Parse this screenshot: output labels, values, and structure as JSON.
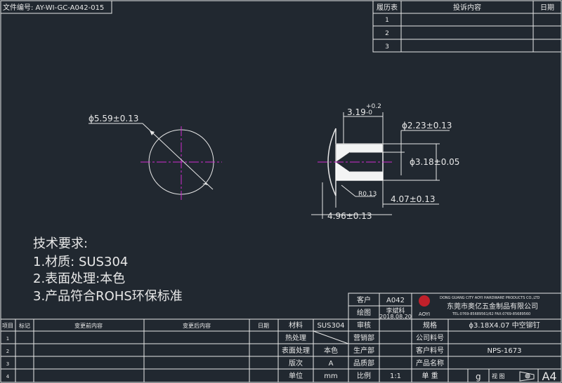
{
  "file_number": "文件编号: AY-WI-GC-A042-015",
  "revision_table": {
    "headers": [
      "履历表",
      "投诉内容",
      "日期"
    ],
    "rows": [
      "1",
      "2",
      "3"
    ]
  },
  "circle_view": {
    "diameter_label": "ϕ5.59±0.13"
  },
  "side_view": {
    "top_dim": "3.19",
    "top_tol_upper": "+0.2",
    "top_tol_lower": "-0",
    "inner_dia": "ϕ2.23±0.13",
    "outer_dia": "ϕ3.18±0.05",
    "shank_len": "4.07±0.13",
    "total_len": "4.96±0.13",
    "radius": "R0.13"
  },
  "tech_requirements": {
    "title": "技术要求:",
    "items": [
      "1.材质: SUS304",
      "2.表面处理:本色",
      "3.产品符合ROHS环保标准"
    ]
  },
  "title_block": {
    "customer_label": "客户",
    "customer_value": "A042",
    "drawing_label": "绘图",
    "drawing_name": "李斌科",
    "drawing_date": "2018.08.20",
    "company_en": "DONG GUANG CITY AOYI HARDWARE PRODUCTS CO.,LTD",
    "company_cn": "东莞市奥亿五金制品有限公司",
    "company_contact": "TEL:0769-85689561/62      FAX:0769-85689560",
    "logo_text": "AOYI",
    "col_headers": [
      "项目",
      "标记",
      "变更前内容",
      "变更后内容",
      "日期"
    ],
    "change_rows": [
      "1",
      "2",
      "3",
      "4"
    ],
    "material_label": "材料",
    "material_value": "SUS304",
    "heat_label": "热处理",
    "surface_label": "表面处理",
    "surface_value": "本色",
    "version_label": "版次",
    "version_value": "A",
    "unit_label": "单位",
    "unit_value": "mm",
    "review_label": "审核",
    "sales_label": "营销部",
    "prod_label": "生产部",
    "quality_label": "品质部",
    "scale_label": "比例",
    "scale_value": "1:1",
    "spec_label": "规格",
    "spec_value": "ϕ3.18X4.07 中空铆钉",
    "company_part_label": "公司料号",
    "customer_part_label": "客户料号",
    "customer_part_value": "NPS-1673",
    "product_name_label": "产品名称",
    "weight_label": "单 重",
    "weight_unit": "g",
    "view_label": "视 图",
    "sheet_size": "A4"
  }
}
